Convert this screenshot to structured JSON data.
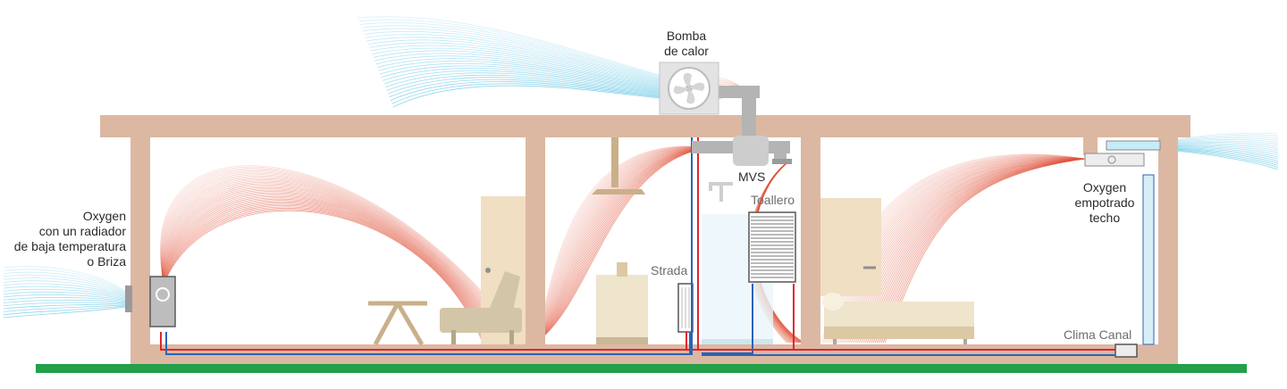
{
  "labels": {
    "heat_pump": "Bomba\nde calor",
    "mvs": "MVS",
    "towel_rail": "Toallero",
    "oxygen_wall": "Oxygen\ncon un radiador\nde baja temperatura\no Briza",
    "oxygen_ceiling": "Oxygen\nempotrado\ntecho",
    "strada": "Strada",
    "clima_canal": "Clima Canal"
  },
  "colors": {
    "structure": "#dcb8a3",
    "ground": "#23a04a",
    "warm_air": "#e0533a",
    "cool_air": "#7fd0ea",
    "pipe_supply": "#e2262b",
    "pipe_return": "#2a63b8",
    "duct": "#b4b4b4",
    "furniture": "#c9b089",
    "door": "#f0dfc2"
  }
}
